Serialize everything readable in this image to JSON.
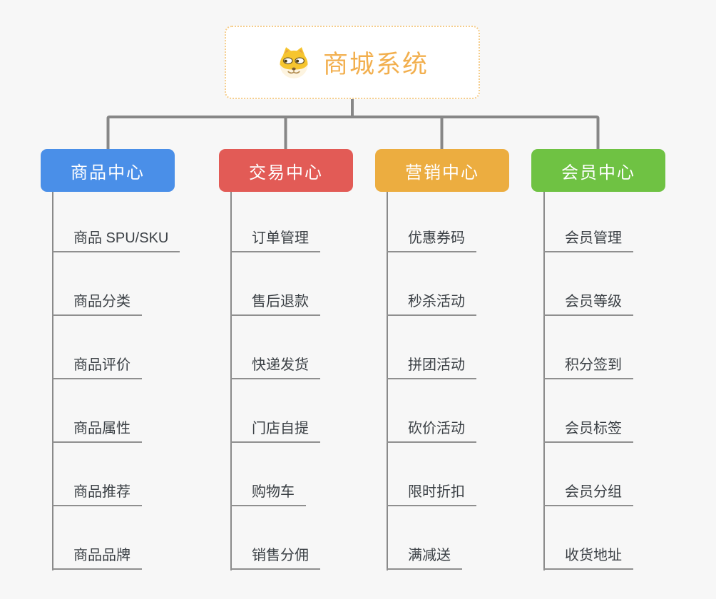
{
  "root": {
    "label": "商城系统",
    "icon": "shiba-dog-icon",
    "text_color": "#f2af4e",
    "border_color": "#f5cd8c"
  },
  "connector_color": "#878787",
  "branches": [
    {
      "label": "商品中心",
      "color": "#4a8fe8",
      "children": [
        "商品 SPU/SKU",
        "商品分类",
        "商品评价",
        "商品属性",
        "商品推荐",
        "商品品牌"
      ]
    },
    {
      "label": "交易中心",
      "color": "#e25b56",
      "children": [
        "订单管理",
        "售后退款",
        "快递发货",
        "门店自提",
        "购物车",
        "销售分佣"
      ]
    },
    {
      "label": "营销中心",
      "color": "#ecad40",
      "children": [
        "优惠券码",
        "秒杀活动",
        "拼团活动",
        "砍价活动",
        "限时折扣",
        "满减送"
      ]
    },
    {
      "label": "会员中心",
      "color": "#6fc243",
      "children": [
        "会员管理",
        "会员等级",
        "积分签到",
        "会员标签",
        "会员分组",
        "收货地址"
      ]
    }
  ]
}
